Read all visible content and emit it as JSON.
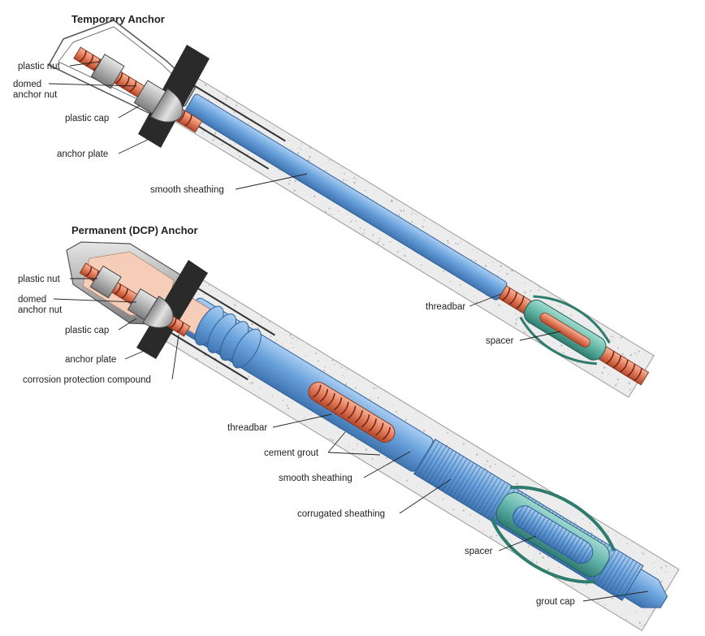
{
  "temporary": {
    "title": "Temporary Anchor",
    "labels": {
      "plastic_nut": "plastic nut",
      "domed_nut_1": "domed",
      "domed_nut_2": "anchor nut",
      "plastic_cap": "plastic cap",
      "anchor_plate": "anchor plate",
      "smooth_sheathing": "smooth sheathing",
      "threadbar": "threadbar",
      "spacer": "spacer"
    }
  },
  "permanent": {
    "title": "Permanent (DCP) Anchor",
    "labels": {
      "plastic_nut": "plastic nut",
      "domed_nut_1": "domed",
      "domed_nut_2": "anchor nut",
      "plastic_cap": "plastic cap",
      "anchor_plate": "anchor plate",
      "corrosion_compound": "corrosion protection compound",
      "threadbar": "threadbar",
      "cement_grout": "cement grout",
      "smooth_sheathing": "smooth sheathing",
      "corrugated_sheathing": "corrugated sheathing",
      "spacer": "spacer",
      "grout_cap": "grout cap"
    }
  },
  "colors": {
    "sheath_blue": "#6aa3dc",
    "threadbar_copper": "#e07a5a",
    "spacer_green": "#3f9a8a",
    "compound_pink": "#f6cdb8",
    "plate_black": "#2a2a2a",
    "cap_grey": "#b9b9b9"
  }
}
